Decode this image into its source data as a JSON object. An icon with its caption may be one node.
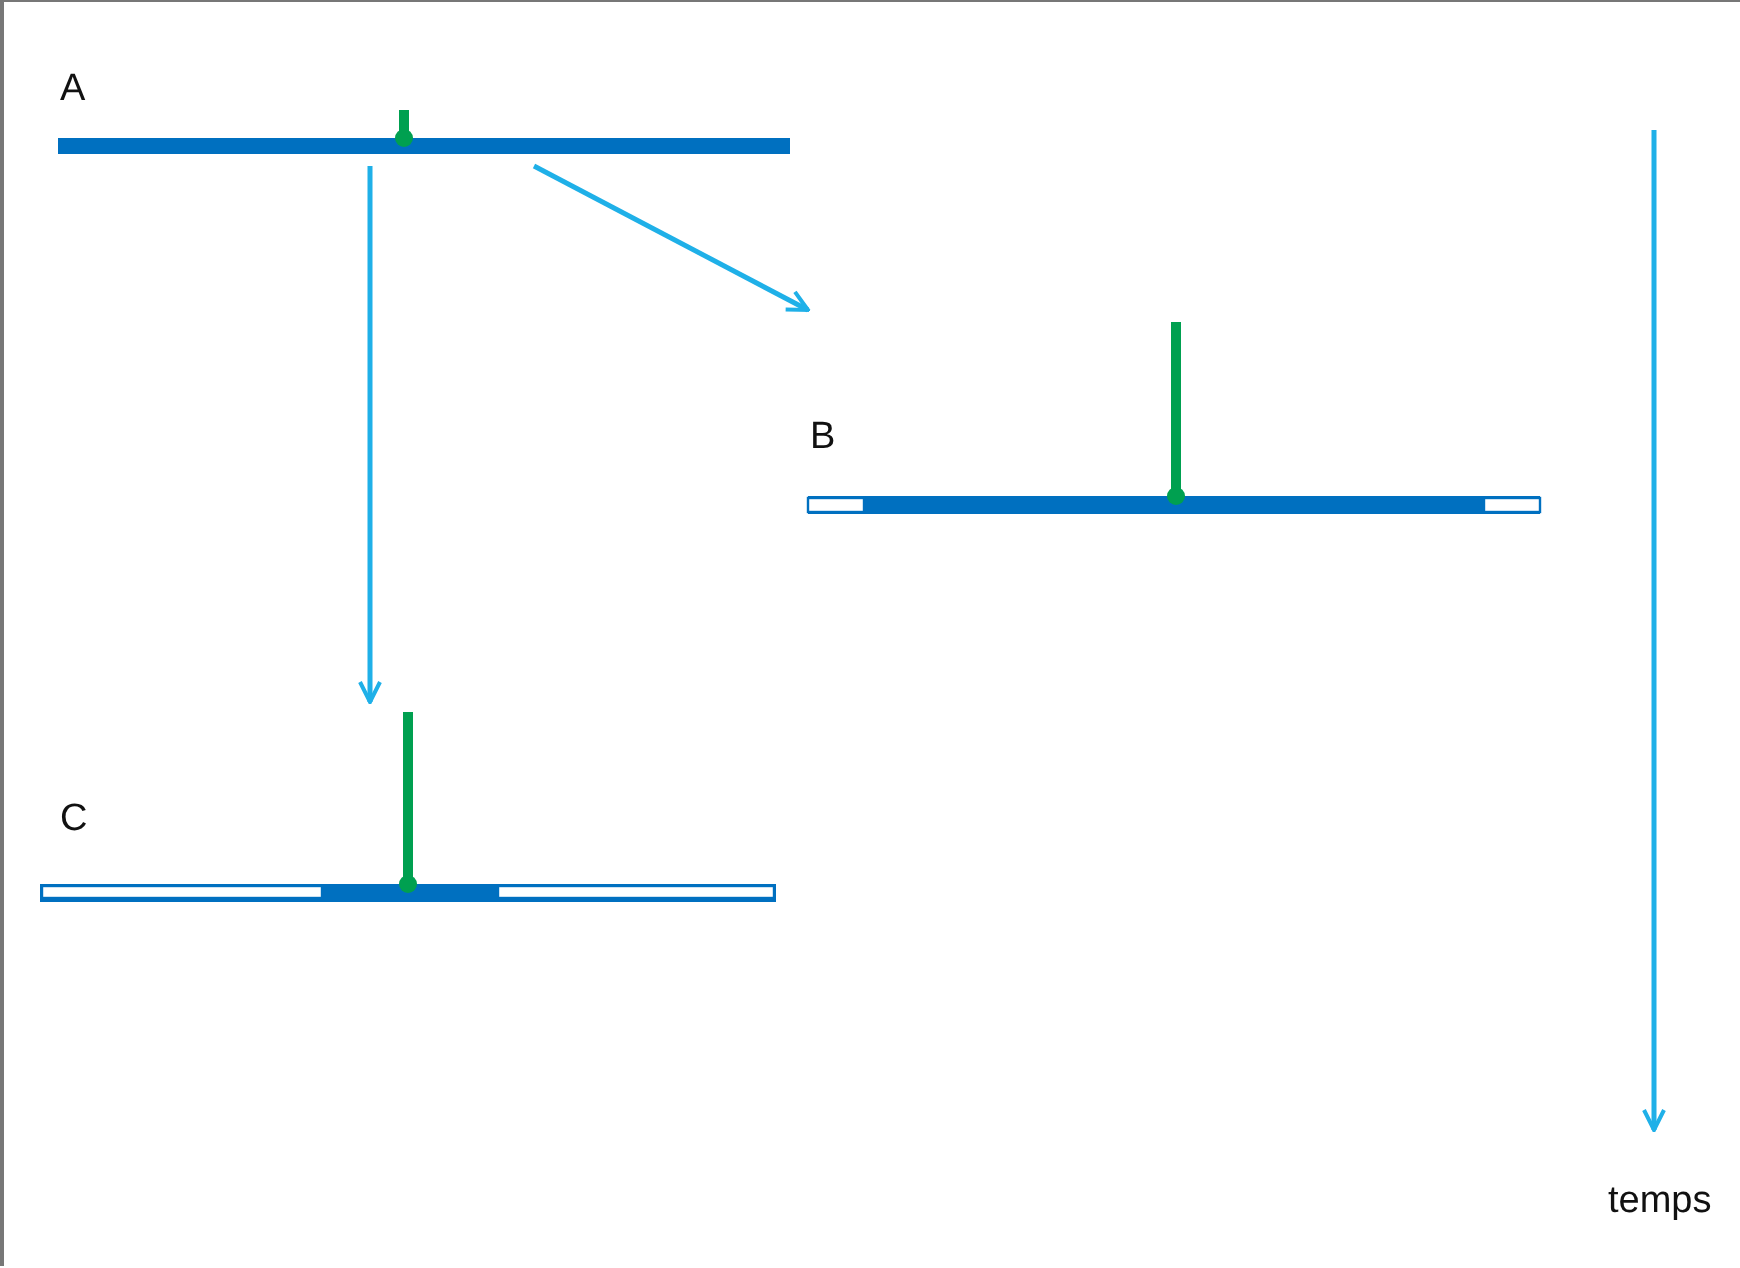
{
  "diagram": {
    "nodes": [
      {
        "text": [
          "A"
        ]
      },
      {
        "text": [
          "B"
        ]
      },
      {
        "text": [
          "C"
        ]
      }
    ],
    "edges": [
      {
        "from": 0,
        "to": 2,
        "arrow": "to"
      },
      {
        "from": 0,
        "to": 1,
        "arrow": "to"
      }
    ],
    "labels": [
      "temps"
    ]
  }
}
